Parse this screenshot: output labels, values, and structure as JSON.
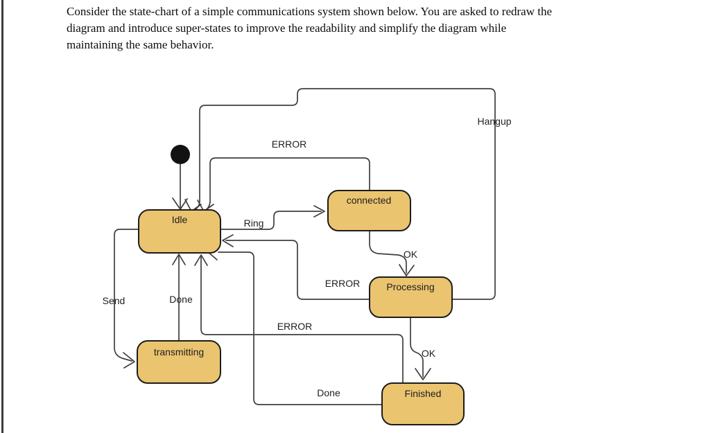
{
  "page": {
    "background": "#ffffff",
    "left_border_color": "#3b3b3b"
  },
  "instructions": {
    "lines": [
      "Consider the state-chart of a simple communications system shown below. You are asked to redraw the",
      "diagram and introduce super-states to improve the readability and simplify the diagram while",
      "maintaining the same behavior."
    ]
  },
  "diagram": {
    "colors": {
      "state_fill": "#EBC470",
      "state_border": "#1c1c1c",
      "line": "#3e3e3e",
      "label": "#1e1e1e"
    },
    "states": {
      "idle": {
        "label": "Idle"
      },
      "connected": {
        "label": "connected"
      },
      "processing": {
        "label": "Processing"
      },
      "transmitting": {
        "label": "transmitting"
      },
      "finished": {
        "label": "Finished"
      }
    },
    "transitions": {
      "hangup": {
        "label": "Hangup",
        "from": "Processing",
        "to": "Idle"
      },
      "error_connected_idle": {
        "label": "ERROR",
        "from": "connected",
        "to": "Idle"
      },
      "ring": {
        "label": "Ring",
        "from": "Idle",
        "to": "connected"
      },
      "error_processing_idle": {
        "label": "ERROR",
        "from": "Processing",
        "to": "Idle"
      },
      "ok_connected_processing": {
        "label": "OK",
        "from": "connected",
        "to": "Processing"
      },
      "send": {
        "label": "Send",
        "from": "Idle",
        "to": "transmitting"
      },
      "done_transmitting_idle": {
        "label": "Done",
        "from": "transmitting",
        "to": "Idle"
      },
      "error_finished_idle": {
        "label": "ERROR",
        "from": "Finished",
        "to": "Idle"
      },
      "done_finished_idle": {
        "label": "Done",
        "from": "Finished",
        "to": "Idle"
      },
      "ok_processing_finished": {
        "label": "OK",
        "from": "Processing",
        "to": "Finished"
      }
    }
  }
}
